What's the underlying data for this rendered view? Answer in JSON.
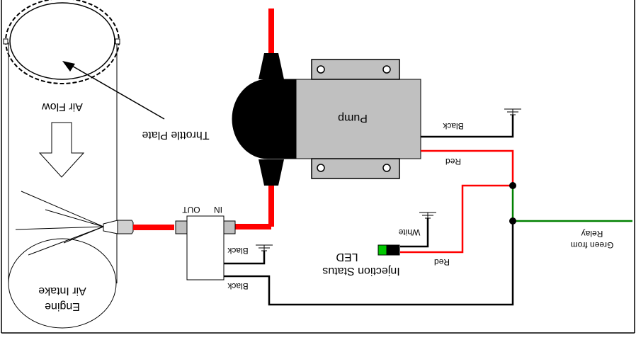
{
  "diagram": {
    "labels": {
      "throttle_plate": "Throttle Plate",
      "air_flow": "Air Flow",
      "engine": "Engine",
      "air_intake": "Air Intake",
      "pump": "Pump",
      "black_pump": "Black",
      "red_pump": "Red",
      "in": "IN",
      "out": "OUT",
      "black_injector": "Black",
      "black_bottom": "Black",
      "white": "White",
      "red_led": "Red",
      "led_title_1": "Injection Status",
      "led_title_2": "LED",
      "green_1": "Green from",
      "green_2": "Relay"
    },
    "colors": {
      "fuel_line": "#ff0000",
      "red_wire": "#ff0000",
      "green_wire": "#008000",
      "black_wire": "#000000",
      "pump_body": "#c0c0c0",
      "led": "#00c800"
    }
  }
}
